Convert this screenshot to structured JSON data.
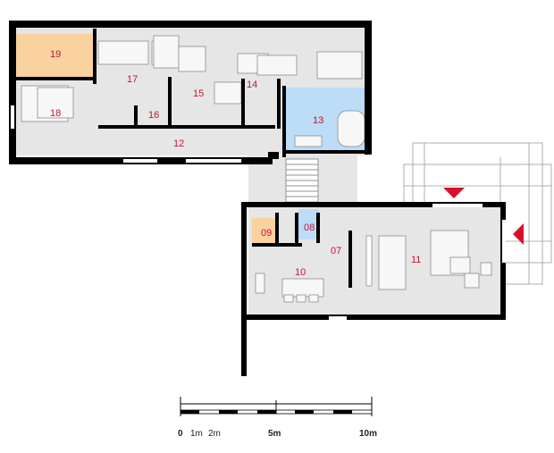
{
  "rooms": [
    {
      "id": "r07",
      "label": "07"
    },
    {
      "id": "r08",
      "label": "08"
    },
    {
      "id": "r09",
      "label": "09"
    },
    {
      "id": "r10",
      "label": "10"
    },
    {
      "id": "r11",
      "label": "11"
    },
    {
      "id": "r12",
      "label": "12"
    },
    {
      "id": "r13",
      "label": "13"
    },
    {
      "id": "r14",
      "label": "14"
    },
    {
      "id": "r15",
      "label": "15"
    },
    {
      "id": "r16",
      "label": "16"
    },
    {
      "id": "r17",
      "label": "17"
    },
    {
      "id": "r18",
      "label": "18"
    },
    {
      "id": "r19",
      "label": "19"
    }
  ],
  "scale": {
    "labels": [
      "0",
      "1m",
      "2m",
      "5m",
      "10m"
    ]
  },
  "colors": {
    "wall": "#000000",
    "floor": "#e6e6e6",
    "bathroom": "#bcdcf7",
    "storage": "#fad2a0",
    "arrow": "#d8102a",
    "label": "#c8102e"
  }
}
